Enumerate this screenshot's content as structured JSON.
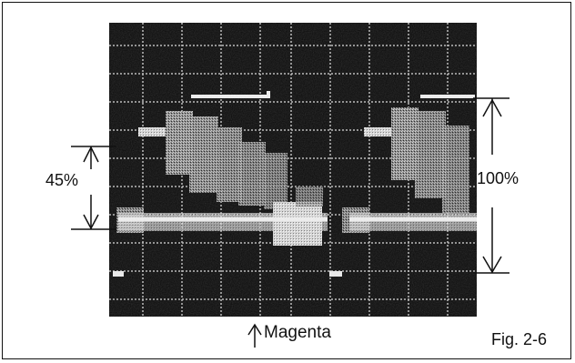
{
  "labels": {
    "low_level": "45%",
    "full_level": "100%",
    "magenta": "Magenta",
    "figure": "Fig. 2-6"
  },
  "colors": {
    "screen_background": "#0a0a0a",
    "graticule": "#e6e6e6",
    "trace_bright": "#f2f2f2",
    "trace_mid": "#9a9a9a",
    "ink": "#111111"
  }
}
